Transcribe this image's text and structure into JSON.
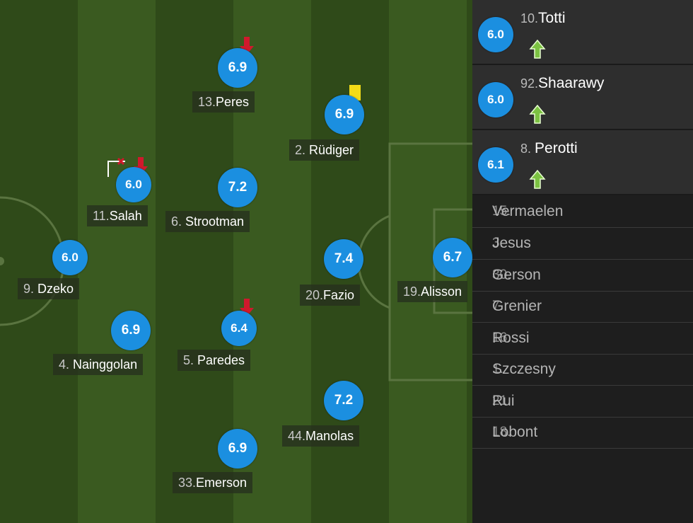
{
  "pitch_players": [
    {
      "id": "peres",
      "number": "13.",
      "name": "Peres",
      "rating": "6.9"
    },
    {
      "id": "rudiger",
      "number": "2. ",
      "name": "Rüdiger",
      "rating": "6.9"
    },
    {
      "id": "salah",
      "number": "11.",
      "name": "Salah",
      "rating": "6.0"
    },
    {
      "id": "strootman",
      "number": "6. ",
      "name": "Strootman",
      "rating": "7.2"
    },
    {
      "id": "dzeko",
      "number": "9. ",
      "name": "Dzeko",
      "rating": "6.0"
    },
    {
      "id": "fazio",
      "number": "20.",
      "name": "Fazio",
      "rating": "7.4"
    },
    {
      "id": "alisson",
      "number": "19.",
      "name": "Alisson",
      "rating": "6.7"
    },
    {
      "id": "nainggolan",
      "number": "4. ",
      "name": "Nainggolan",
      "rating": "6.9"
    },
    {
      "id": "paredes",
      "number": "5. ",
      "name": "Paredes",
      "rating": "6.4"
    },
    {
      "id": "manolas",
      "number": "44.",
      "name": "Manolas",
      "rating": "7.2"
    },
    {
      "id": "emerson",
      "number": "33.",
      "name": "Emerson",
      "rating": "6.9"
    }
  ],
  "substitutes_in": [
    {
      "number": "10.",
      "name": "Totti",
      "rating": "6.0"
    },
    {
      "number": "92.",
      "name": "Shaarawy",
      "rating": "6.0"
    },
    {
      "number": "8. ",
      "name": "Perotti",
      "rating": "6.1"
    }
  ],
  "bench": [
    {
      "number": "15.",
      "name": "Vermaelen"
    },
    {
      "number": "3. ",
      "name": "Jesus"
    },
    {
      "number": "30.",
      "name": "Gerson"
    },
    {
      "number": "7. ",
      "name": "Grenier"
    },
    {
      "number": "16.",
      "name": "Rossi"
    },
    {
      "number": "1. ",
      "name": "Szczesny"
    },
    {
      "number": "21.",
      "name": "Rui"
    },
    {
      "number": "18.",
      "name": "Lobont"
    }
  ],
  "colors": {
    "rating_bubble": "#1b8fe0",
    "sub_off_arrow": "#d0192c",
    "sub_on_arrow": "#7cc242",
    "yellow_card": "#f4dc17"
  },
  "icons": {
    "sub_off": "arrow-down-icon",
    "sub_on": "arrow-up-icon",
    "card": "yellow-card-icon",
    "goal": "goal-icon"
  }
}
